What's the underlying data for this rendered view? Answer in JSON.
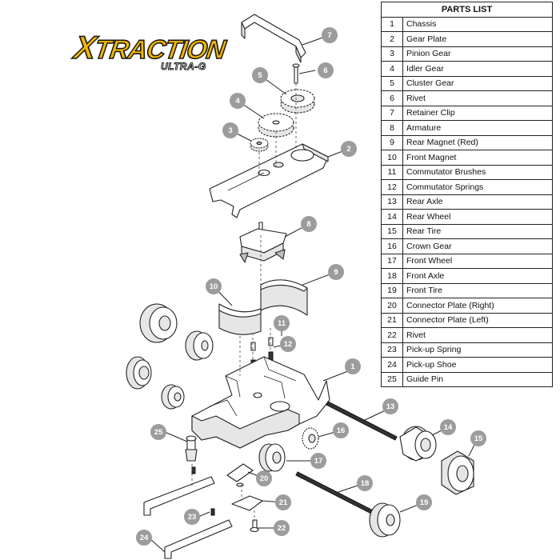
{
  "logo": {
    "main_first": "X",
    "main_rest": "TRACTION",
    "sub": "ULTRA-G"
  },
  "parts_list": {
    "title": "PARTS LIST",
    "items": [
      {
        "num": "1",
        "name": "Chassis"
      },
      {
        "num": "2",
        "name": "Gear Plate"
      },
      {
        "num": "3",
        "name": "Pinion Gear"
      },
      {
        "num": "4",
        "name": "Idler Gear"
      },
      {
        "num": "5",
        "name": "Cluster Gear"
      },
      {
        "num": "6",
        "name": "Rivet"
      },
      {
        "num": "7",
        "name": "Retainer Clip"
      },
      {
        "num": "8",
        "name": "Armature"
      },
      {
        "num": "9",
        "name": "Rear Magnet (Red)"
      },
      {
        "num": "10",
        "name": "Front Magnet"
      },
      {
        "num": "11",
        "name": "Commutator Brushes"
      },
      {
        "num": "12",
        "name": "Commutator Springs"
      },
      {
        "num": "13",
        "name": "Rear Axle"
      },
      {
        "num": "14",
        "name": "Rear Wheel"
      },
      {
        "num": "15",
        "name": "Rear Tire"
      },
      {
        "num": "16",
        "name": "Crown Gear"
      },
      {
        "num": "17",
        "name": "Front Wheel"
      },
      {
        "num": "18",
        "name": "Front Axle"
      },
      {
        "num": "19",
        "name": "Front Tire"
      },
      {
        "num": "20",
        "name": "Connector Plate (Right)"
      },
      {
        "num": "21",
        "name": "Connector Plate (Left)"
      },
      {
        "num": "22",
        "name": "Rivet"
      },
      {
        "num": "23",
        "name": "Pick-up Spring"
      },
      {
        "num": "24",
        "name": "Pick-up Shoe"
      },
      {
        "num": "25",
        "name": "Guide Pin"
      }
    ]
  },
  "callouts": [
    "1",
    "2",
    "3",
    "4",
    "5",
    "6",
    "7",
    "8",
    "9",
    "10",
    "11",
    "12",
    "13",
    "14",
    "15",
    "16",
    "17",
    "18",
    "19",
    "20",
    "21",
    "22",
    "23",
    "24",
    "25"
  ],
  "colors": {
    "callout": "#9c9c9c",
    "logo_fill": "#f5b700",
    "line": "#222222"
  }
}
